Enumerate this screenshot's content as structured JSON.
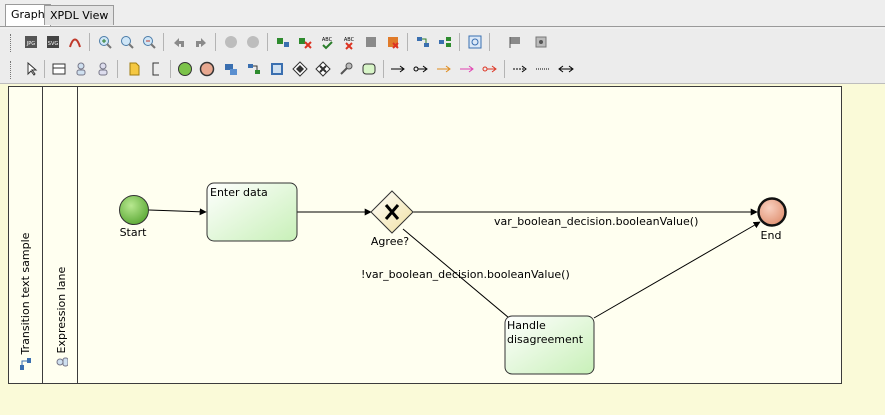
{
  "tabs": [
    {
      "label": "Graph",
      "active": true
    },
    {
      "label": "XPDL View",
      "active": false
    }
  ],
  "toolbar_row1": [
    "save-jpg-icon",
    "save-svg-icon",
    "save-pdf-icon",
    "zoom-in-icon",
    "zoom-out-icon",
    "zoom-reset-icon",
    "undo-icon",
    "redo-icon",
    "disabled-circle-icon",
    "disabled-circle-icon",
    "check-icon",
    "delete-icon",
    "spellcheck-icon",
    "spellcheck-delete-icon",
    "properties-icon",
    "errors-icon",
    "layout-icon",
    "align-icon",
    "refresh-icon",
    "flag-icon",
    "settings-icon"
  ],
  "toolbar_row2": [
    "select-arrow-icon",
    "lane-icon",
    "participant-icon",
    "note-icon",
    "bracket-icon",
    "start-event-icon",
    "end-event-icon",
    "subprocess-icon",
    "block-icon",
    "task-icon",
    "gateway-icon",
    "xor-gateway-icon",
    "tool-icon",
    "rounded-activity-icon",
    "transition-icon",
    "transition-both-icon",
    "transition-orange-icon",
    "transition-pink-icon",
    "transition-red-icon",
    "association-icon",
    "dotted-line-icon",
    "double-arrow-icon"
  ],
  "pool": {
    "label": "Transition text sample"
  },
  "lane": {
    "label": "Expression lane"
  },
  "diagram": {
    "start_label": "Start",
    "task1_label": "Enter data",
    "gateway_label": "Agree?",
    "task2_label_line1": "Handle",
    "task2_label_line2": "disagreement",
    "end_label": "End",
    "transition_true": "var_boolean_decision.booleanValue()",
    "transition_false": "!var_boolean_decision.booleanValue()"
  },
  "colors": {
    "canvas": "#fafad8",
    "pool": "#fffff0",
    "start_fill": "#7cc34a",
    "end_fill": "#e8a890",
    "task_fill": "#d8f5c8"
  }
}
